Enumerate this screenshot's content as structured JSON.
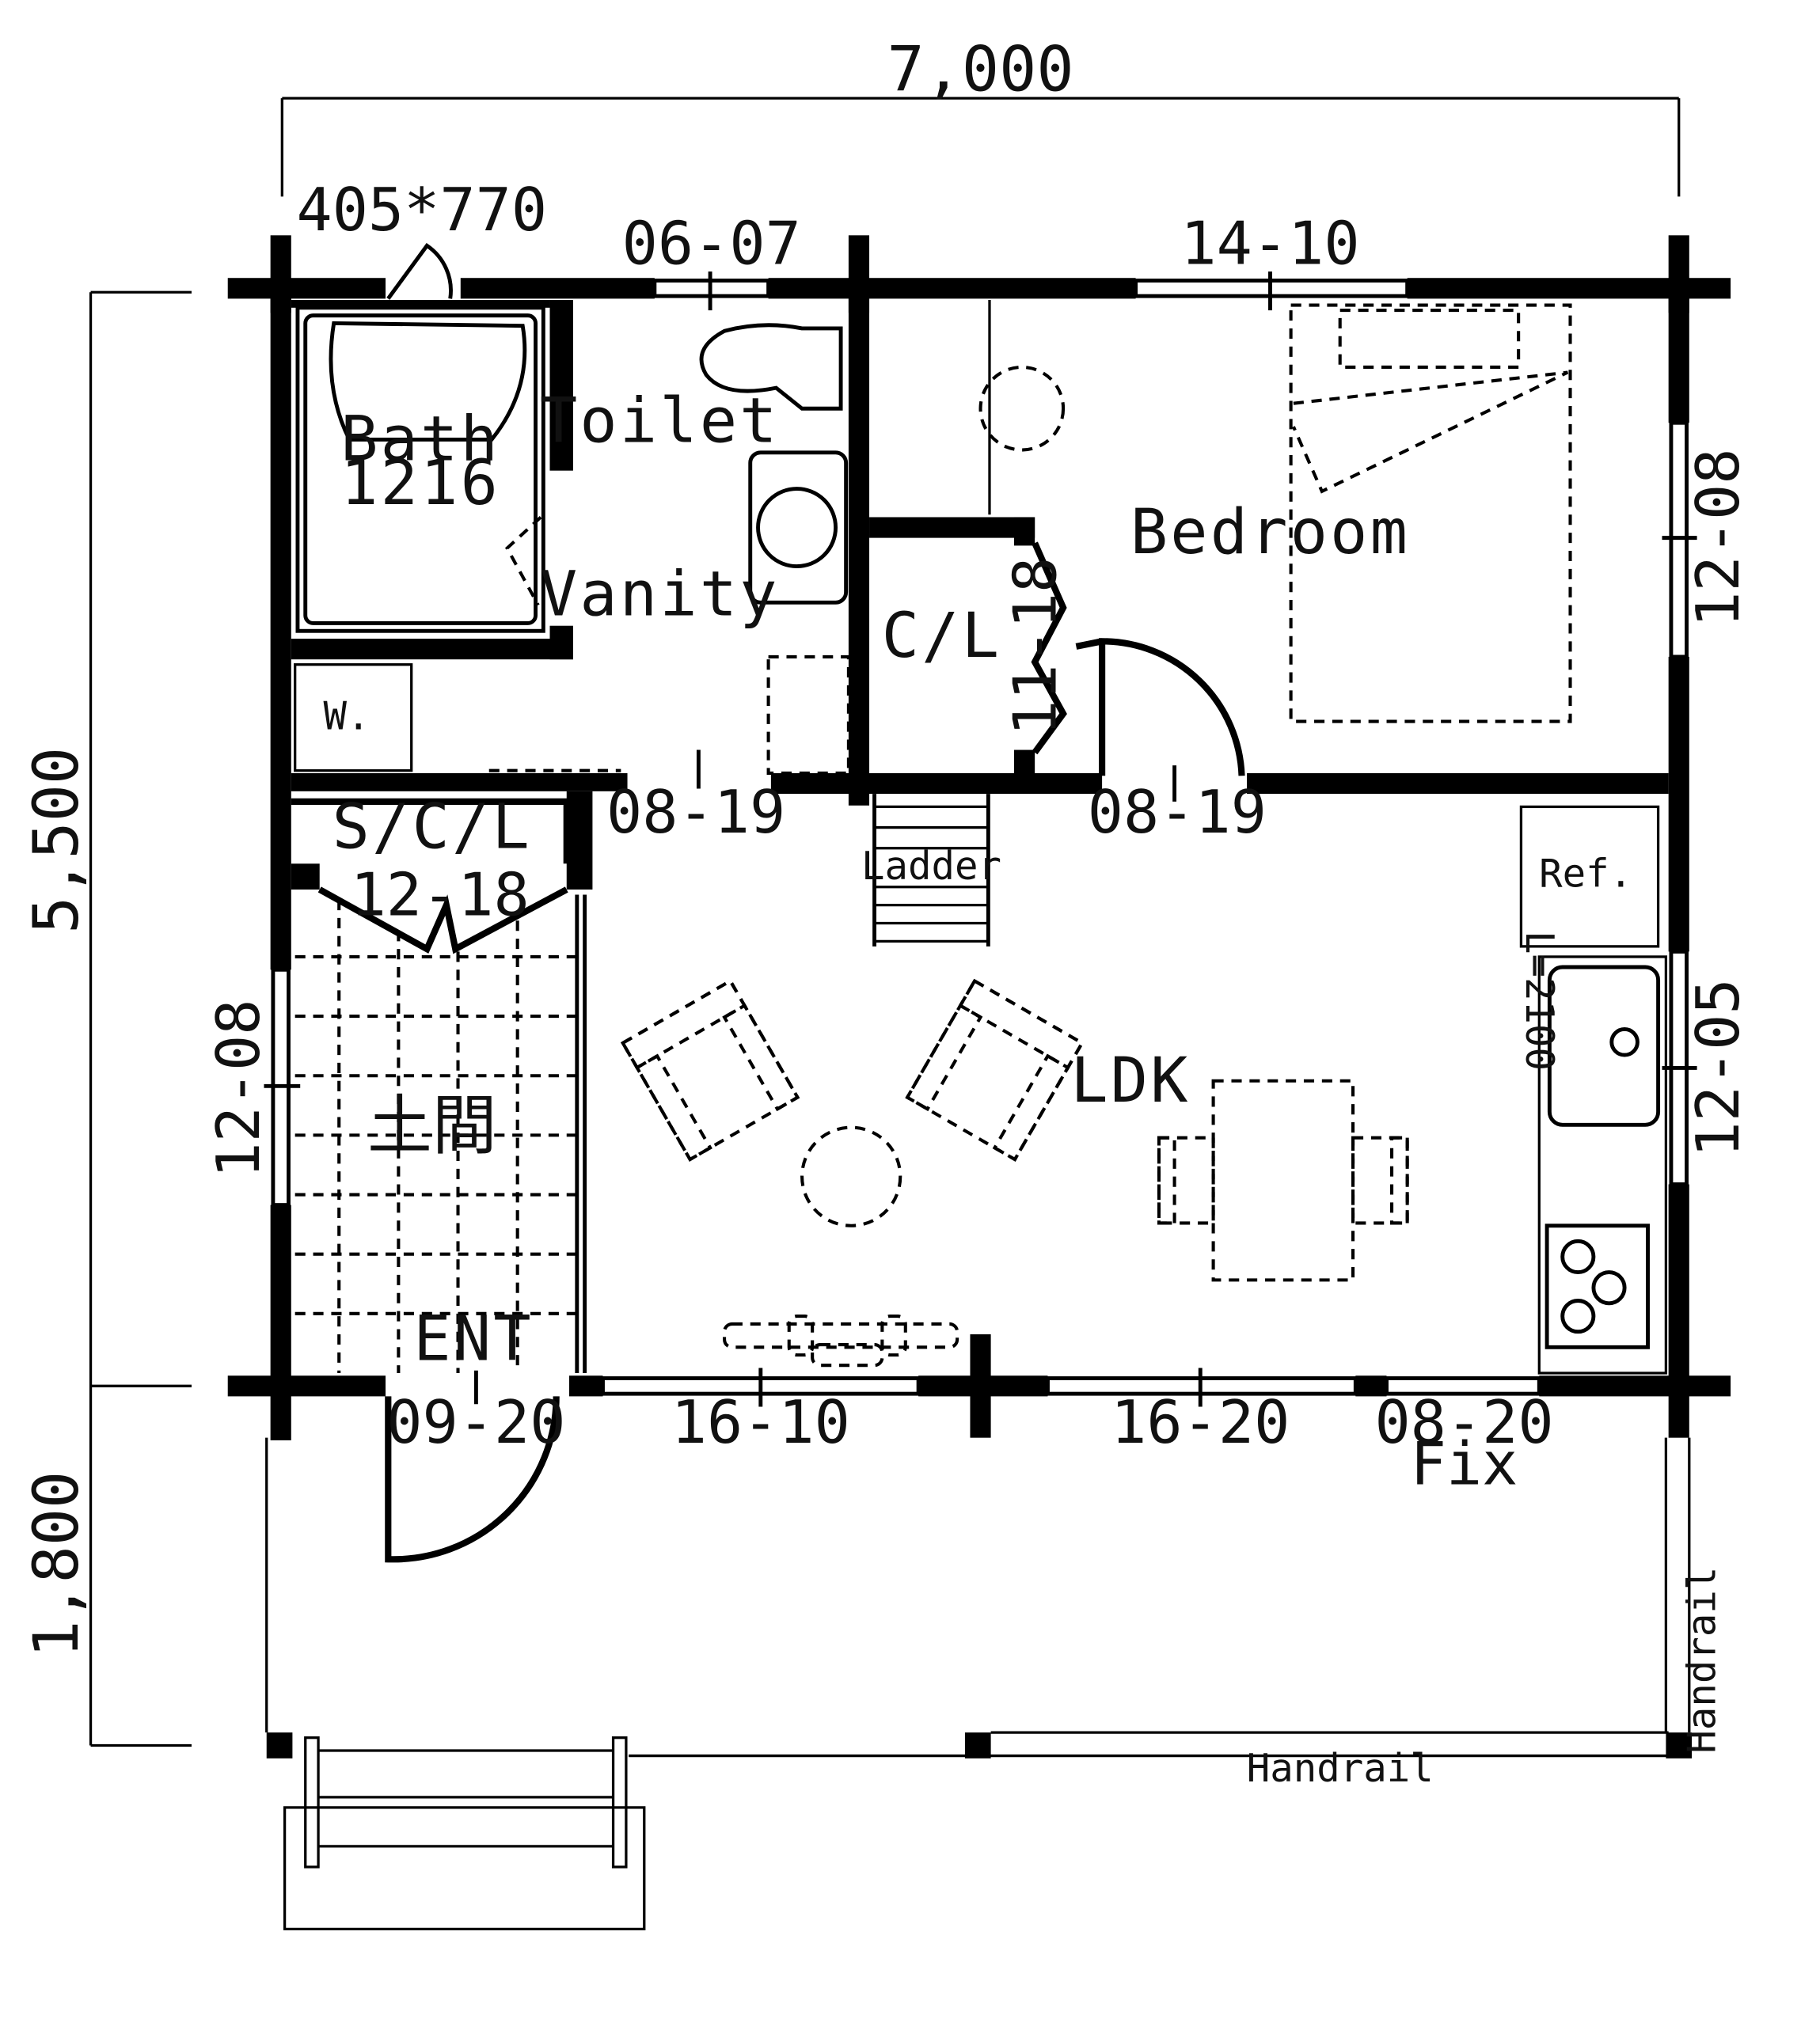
{
  "dimensions": {
    "width_total": "7,000",
    "depth_main": "5,500",
    "depth_deck": "1,800"
  },
  "rooms": {
    "bath": "Bath",
    "bath_size": "1216",
    "toilet": "Toilet",
    "vanity": "Vanity",
    "bedroom": "Bedroom",
    "closet": "C/L",
    "shoe_closet": "S/C/L",
    "ldk": "LDK",
    "doma": "土間",
    "entrance": "ENT"
  },
  "fixtures": {
    "washer": "W.",
    "ladder": "Ladder",
    "fridge": "Ref.",
    "kitchen": "L=2100",
    "handrail_bottom": "Handrail",
    "handrail_right": "Handrail"
  },
  "openings": {
    "bath_window": "405*770",
    "toilet_window": "06-07",
    "bedroom_window_top": "14-10",
    "bedroom_window_right": "12-08",
    "kitchen_window": "12-05",
    "doma_window": "12-08",
    "closet_door": "11-18",
    "bedroom_door": "08-19",
    "vanity_door": "08-19",
    "shoe_closet_door": "12-18",
    "entrance_door": "09-20",
    "window_front_1": "16-10",
    "window_front_2": "16-20",
    "window_front_3": "08-20",
    "window_front_3_note": "Fix"
  }
}
